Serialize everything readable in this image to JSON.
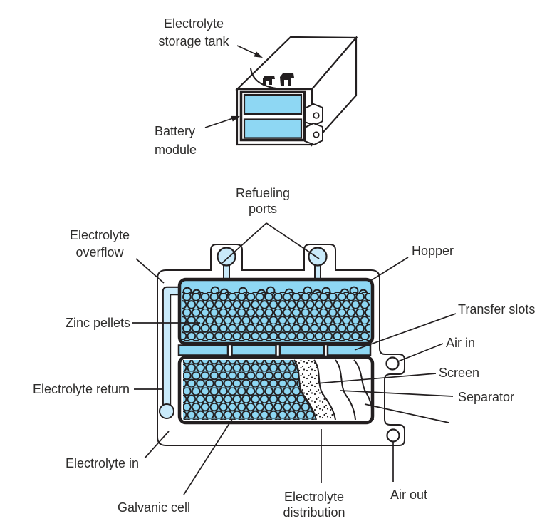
{
  "colors": {
    "ink": "#231f20",
    "blue": "#8ed7f3",
    "blue_light": "#c9eafa",
    "text": "#2e2d2c"
  },
  "figure_top": {
    "storage_tank_label": [
      "Electrolyte",
      "storage tank"
    ],
    "battery_module_label": [
      "Battery",
      "module"
    ]
  },
  "figure_bottom": {
    "refueling_ports": [
      "Refueling",
      "ports"
    ],
    "electrolyte_overflow": [
      "Electrolyte",
      "overflow"
    ],
    "hopper": "Hopper",
    "zinc_pellets": "Zinc pellets",
    "transfer_slots": "Transfer slots",
    "air_in": "Air in",
    "screen": "Screen",
    "electrolyte_return": "Electrolyte return",
    "separator": "Separator",
    "electrolyte_in": "Electrolyte in",
    "galvanic_cell": "Galvanic cell",
    "electrolyte_distribution": [
      "Electrolyte",
      "distribution"
    ],
    "air_out": "Air out"
  }
}
